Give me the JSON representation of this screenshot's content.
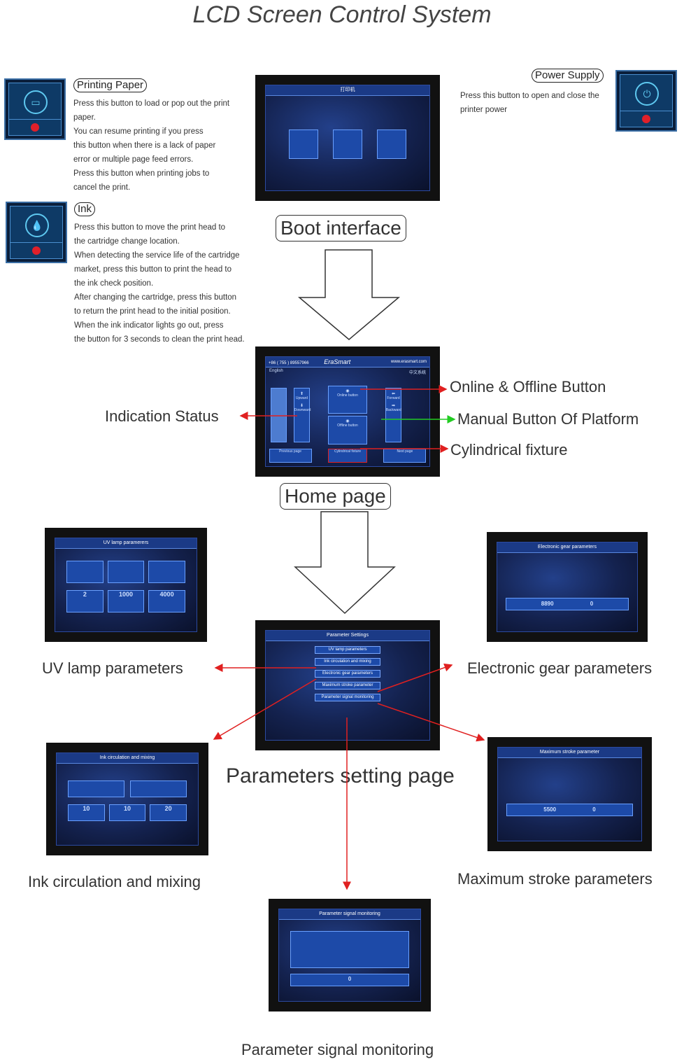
{
  "title": "LCD Screen Control System",
  "printing_paper": {
    "tag": "Printing Paper",
    "lines": [
      "Press this button to load or pop out the print",
      "paper.",
      "You can resume printing if you press",
      "this button when there is a lack of paper",
      "error or multiple page feed errors.",
      "Press this button when printing jobs to",
      "cancel the print."
    ]
  },
  "ink": {
    "tag": "Ink",
    "lines": [
      "Press this button to move the print head to",
      "the cartridge change location.",
      "When detecting the service life of the cartridge",
      "market, press this button to print the head to",
      "the ink check position.",
      "After changing the cartridge, press this button",
      "to return the print head to the initial position.",
      "When the ink indicator lights go out, press",
      "the button for 3 seconds to clean the print head."
    ]
  },
  "power_supply": {
    "tag": "Power Supply",
    "lines": [
      "Press this button to open and close the",
      "printer power"
    ]
  },
  "boot_interface": {
    "label": "Boot interface",
    "screen_title": "打印机"
  },
  "home_page": {
    "label": "Home page",
    "callouts": {
      "indication": "Indication Status",
      "online": "Online & Offline Button",
      "manual": "Manual Button Of Platform",
      "cylindrical": "Cylindrical fixture"
    },
    "screen": {
      "phone": "+86 ( 755 ) 89557966",
      "brand": "EraSmart",
      "web": "www.erasmart.com",
      "lang_left": "English",
      "lang_right": "中文系统",
      "upward": "Upward",
      "downward": "Downward",
      "online_btn": "Online button",
      "offline_btn": "Offline button",
      "forward": "Forward",
      "backward": "Backward",
      "prev": "Previous page",
      "cyl": "Cylindrical fixture",
      "next": "Next page"
    }
  },
  "parameters_page": {
    "label": "Parameters setting page",
    "screen_title": "Parameter Settings",
    "items": [
      "UV lamp parameters",
      "Ink circulation and mixing",
      "Electronic gear parameters",
      "Maximum stroke parameter",
      "Parameter signal monitoring"
    ]
  },
  "uv_lamp": {
    "label": "UV lamp parameters",
    "screen_title": "UV lamp paramerers",
    "values": [
      "2",
      "1000",
      "4000"
    ]
  },
  "electronic_gear": {
    "label": "Electronic gear parameters",
    "screen_title": "Electronic gear parameters",
    "system_data": "8890",
    "input": "0"
  },
  "ink_circulation": {
    "label": "Ink circulation and mixing",
    "screen_title": "Ink circulation and mixing",
    "values": [
      "10",
      "10",
      "20"
    ]
  },
  "max_stroke": {
    "label": "Maximum stroke parameters",
    "screen_title": "Maximum stroke parameter",
    "system_param": "5500",
    "new_data": "0"
  },
  "signal_monitoring": {
    "label": "Parameter signal monitoring",
    "screen_title": "Parameter signal monitoring",
    "value": "0"
  },
  "colors": {
    "arrow_red": "#e02020",
    "arrow_green": "#22cc22",
    "icon_blue": "#0e3a66",
    "dot_red": "#e0202a"
  }
}
